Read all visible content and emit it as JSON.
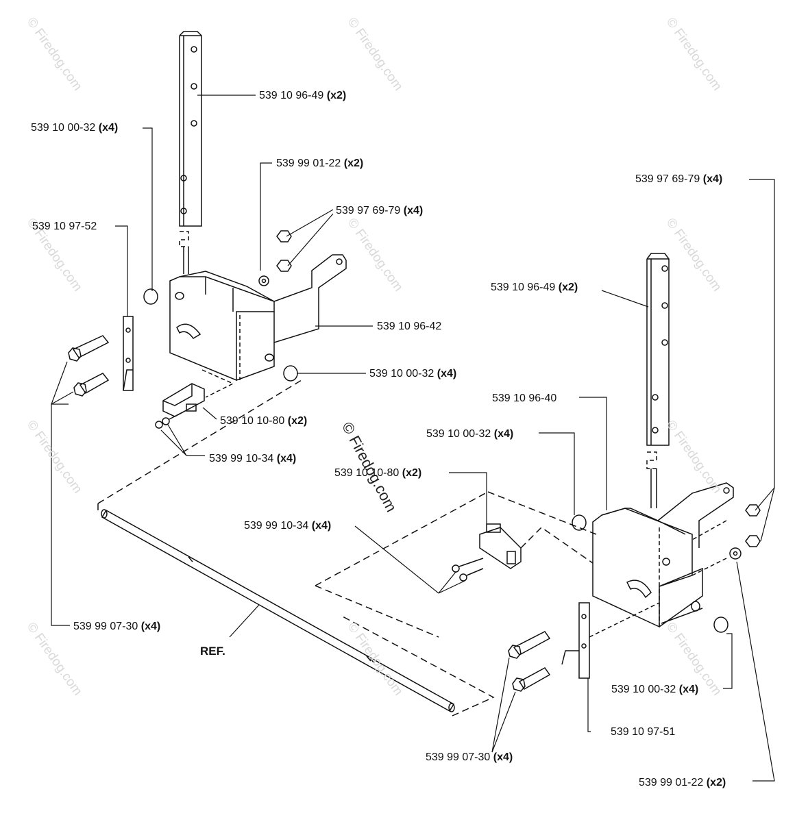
{
  "watermark": "© Firedog.com",
  "reference": "REF.",
  "labels": {
    "rod_top_left": {
      "part": "539 10 96-49",
      "qty": "(x2)"
    },
    "bushing_top_left": {
      "part": "539 10 00-32",
      "qty": "(x4)"
    },
    "washer_top_left": {
      "part": "539 99 01-22",
      "qty": "(x2)"
    },
    "nut_top_left": {
      "part": "539 97 69-79",
      "qty": "(x4)"
    },
    "plate_left": {
      "part": "539 10 97-52",
      "qty": ""
    },
    "bracket_left": {
      "part": "539 10 96-42",
      "qty": ""
    },
    "bushing_mid_left": {
      "part": "539 10 00-32",
      "qty": "(x4)"
    },
    "switch_left": {
      "part": "539 10 10-80",
      "qty": "(x2)"
    },
    "screw_left": {
      "part": "539 99 10-34",
      "qty": "(x4)"
    },
    "bolt_left": {
      "part": "539 99 07-30",
      "qty": "(x4)"
    },
    "nut_right": {
      "part": "539 97 69-79",
      "qty": "(x4)"
    },
    "rod_right": {
      "part": "539 10 96-49",
      "qty": "(x2)"
    },
    "bracket_right": {
      "part": "539 10 96-40",
      "qty": ""
    },
    "bushing_right_top": {
      "part": "539 10 00-32",
      "qty": "(x4)"
    },
    "switch_right": {
      "part": "539 10 10-80",
      "qty": "(x2)"
    },
    "screw_right": {
      "part": "539 99 10-34",
      "qty": "(x4)"
    },
    "bushing_right_bot": {
      "part": "539 10 00-32",
      "qty": "(x4)"
    },
    "plate_right": {
      "part": "539 10 97-51",
      "qty": ""
    },
    "bolt_right": {
      "part": "539 99 07-30",
      "qty": "(x4)"
    },
    "washer_right": {
      "part": "539 99 01-22",
      "qty": "(x2)"
    }
  }
}
